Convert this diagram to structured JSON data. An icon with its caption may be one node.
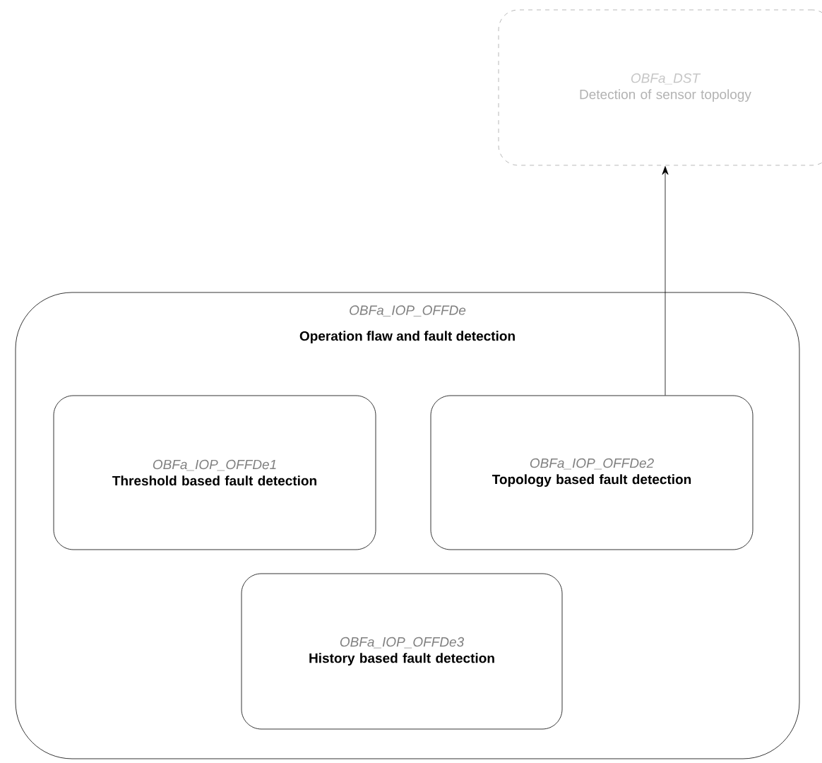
{
  "diagram": {
    "nodes": [
      {
        "text": [
          "OBFa_DST",
          "Detection of sensor topology"
        ]
      },
      {
        "text": [
          "OBFa_IOP_OFFDe",
          "Operation flaw and fault detection"
        ]
      },
      {
        "text": [
          "OBFa_IOP_OFFDe1",
          "Threshold based fault detection"
        ],
        "in": 1
      },
      {
        "text": [
          "OBFa_IOP_OFFDe2",
          "Topology based fault detection"
        ],
        "in": 1
      },
      {
        "text": [
          "OBFa_IOP_OFFDe3",
          "History based fault detection"
        ],
        "in": 1
      }
    ],
    "edges": [
      {
        "from": 3,
        "to": 0,
        "arrow": "to"
      }
    ]
  }
}
